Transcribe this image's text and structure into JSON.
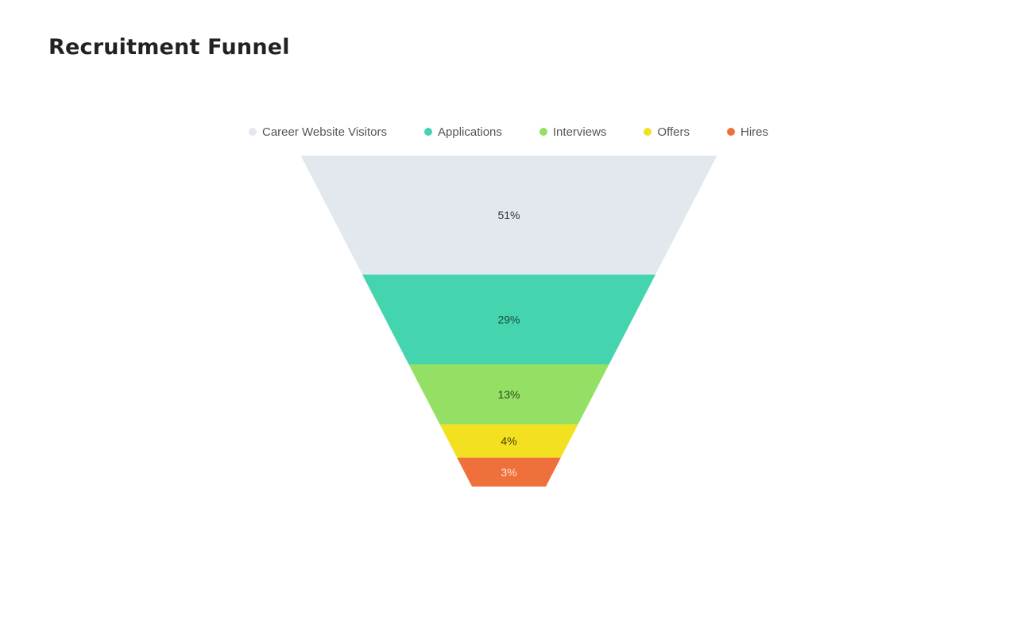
{
  "header": {
    "title": "Recruitment Funnel"
  },
  "chart_data": {
    "type": "funnel",
    "title": "Recruitment Funnel",
    "categories": [
      "Career Website Visitors",
      "Applications",
      "Interviews",
      "Offers",
      "Hires"
    ],
    "values": [
      51,
      29,
      13,
      4,
      3
    ],
    "labels": [
      "51%",
      "29%",
      "13%",
      "4%",
      "3%"
    ],
    "unit": "%",
    "colors": [
      "#e3e8ef",
      "#44d4ae",
      "#93e064",
      "#f2e021",
      "#f0703c"
    ],
    "label_colors": [
      "#333333",
      "#1d4a3c",
      "#2f4a1e",
      "#4a430a",
      "#fde2d4"
    ],
    "legend_position": "top",
    "grid": false
  },
  "legend": {
    "items": [
      {
        "label": "Career Website Visitors",
        "color": "#e3e8ef"
      },
      {
        "label": "Applications",
        "color": "#44d4ae"
      },
      {
        "label": "Interviews",
        "color": "#93e064"
      },
      {
        "label": "Offers",
        "color": "#f2e021"
      },
      {
        "label": "Hires",
        "color": "#f0703c"
      }
    ]
  }
}
